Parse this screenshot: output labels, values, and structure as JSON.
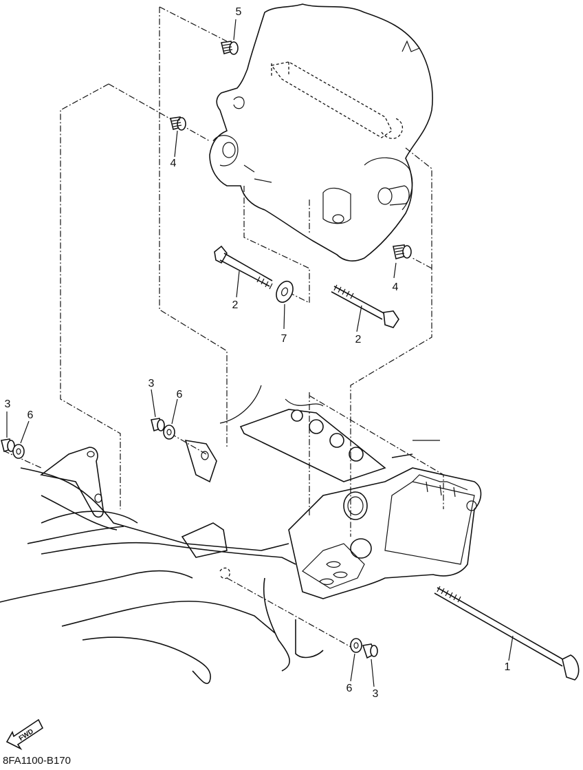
{
  "diagram": {
    "callouts": {
      "c1": "1",
      "c2a": "2",
      "c2b": "2",
      "c3a": "3",
      "c3b": "3",
      "c3c": "3",
      "c4a": "4",
      "c4b": "4",
      "c5": "5",
      "c6a": "6",
      "c6b": "6",
      "c6c": "6",
      "c7": "7"
    },
    "fwd_label": "FWD",
    "figure_code": "8FA1100-B170"
  }
}
